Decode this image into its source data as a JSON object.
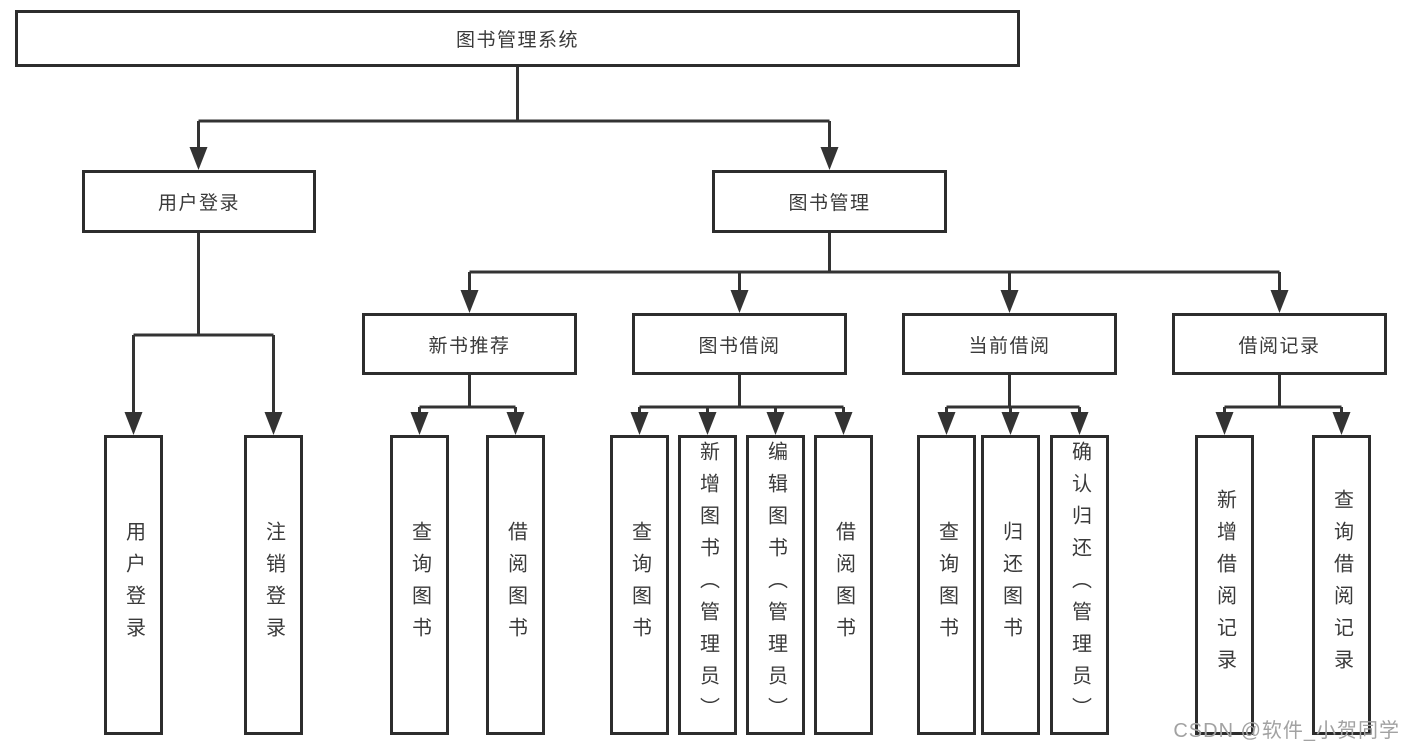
{
  "diagram": {
    "root": {
      "label": "图书管理系统"
    },
    "level2": [
      {
        "label": "用户登录"
      },
      {
        "label": "图书管理"
      }
    ],
    "level3": [
      {
        "label": "新书推荐"
      },
      {
        "label": "图书借阅"
      },
      {
        "label": "当前借阅"
      },
      {
        "label": "借阅记录"
      }
    ],
    "leaves": {
      "user_login": [
        "用户登录",
        "注销登录"
      ],
      "new_book": [
        "查询图书",
        "借阅图书"
      ],
      "book_borrow": [
        "查询图书",
        "新增图书（管理员）",
        "编辑图书（管理员）",
        "借阅图书"
      ],
      "current_borrow": [
        "查询图书",
        "归还图书",
        "确认归还（管理员）"
      ],
      "borrow_record": [
        "新增借阅记录",
        "查询借阅记录"
      ]
    }
  },
  "watermark": "CSDN @软件_小贺同学",
  "colors": {
    "line": "#333333",
    "box_border": "#2d2d2d",
    "text": "#3a3a3a",
    "watermark_text": "#a2a2a2",
    "background": "#ffffff"
  }
}
